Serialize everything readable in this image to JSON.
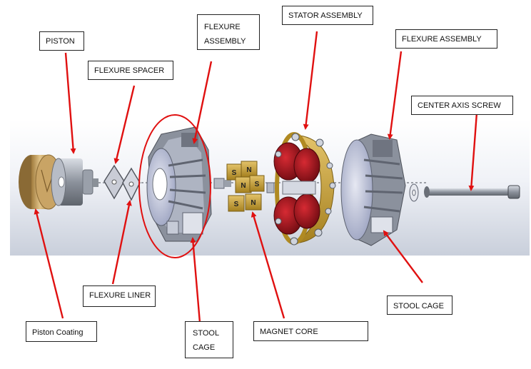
{
  "labels": {
    "piston": "PISTON",
    "flexure_spacer": "FLEXURE SPACER",
    "flexure_assembly_left": "FLEXURE ASSEMBLY",
    "stator_assembly": "STATOR ASSEMBLY",
    "flexure_assembly_right": "FLEXURE ASSEMBLY",
    "center_axis_screw": "CENTER AXIS SCREW",
    "flexure_liner": "FLEXURE LINER",
    "piston_coating": "Piston Coating",
    "stool_cage_left": "STOOL CAGE",
    "magnet_core": "MAGNET CORE",
    "stool_cage_right": "STOOL CAGE"
  },
  "magnet_letters": [
    "S",
    "N",
    "N",
    "S",
    "S",
    "N"
  ],
  "colors": {
    "arrow": "#e01010",
    "highlight_ellipse": "#e01010",
    "band_light": "#f4f6fa",
    "band_dark": "#cdd3df",
    "coil": "#a8121b",
    "stator_ring": "#c49a2c",
    "magnet": "#c9a43d",
    "flexure_body": "#9aa0ad",
    "flexure_face": "#b9bfd4",
    "bronze": "#c7a365"
  }
}
